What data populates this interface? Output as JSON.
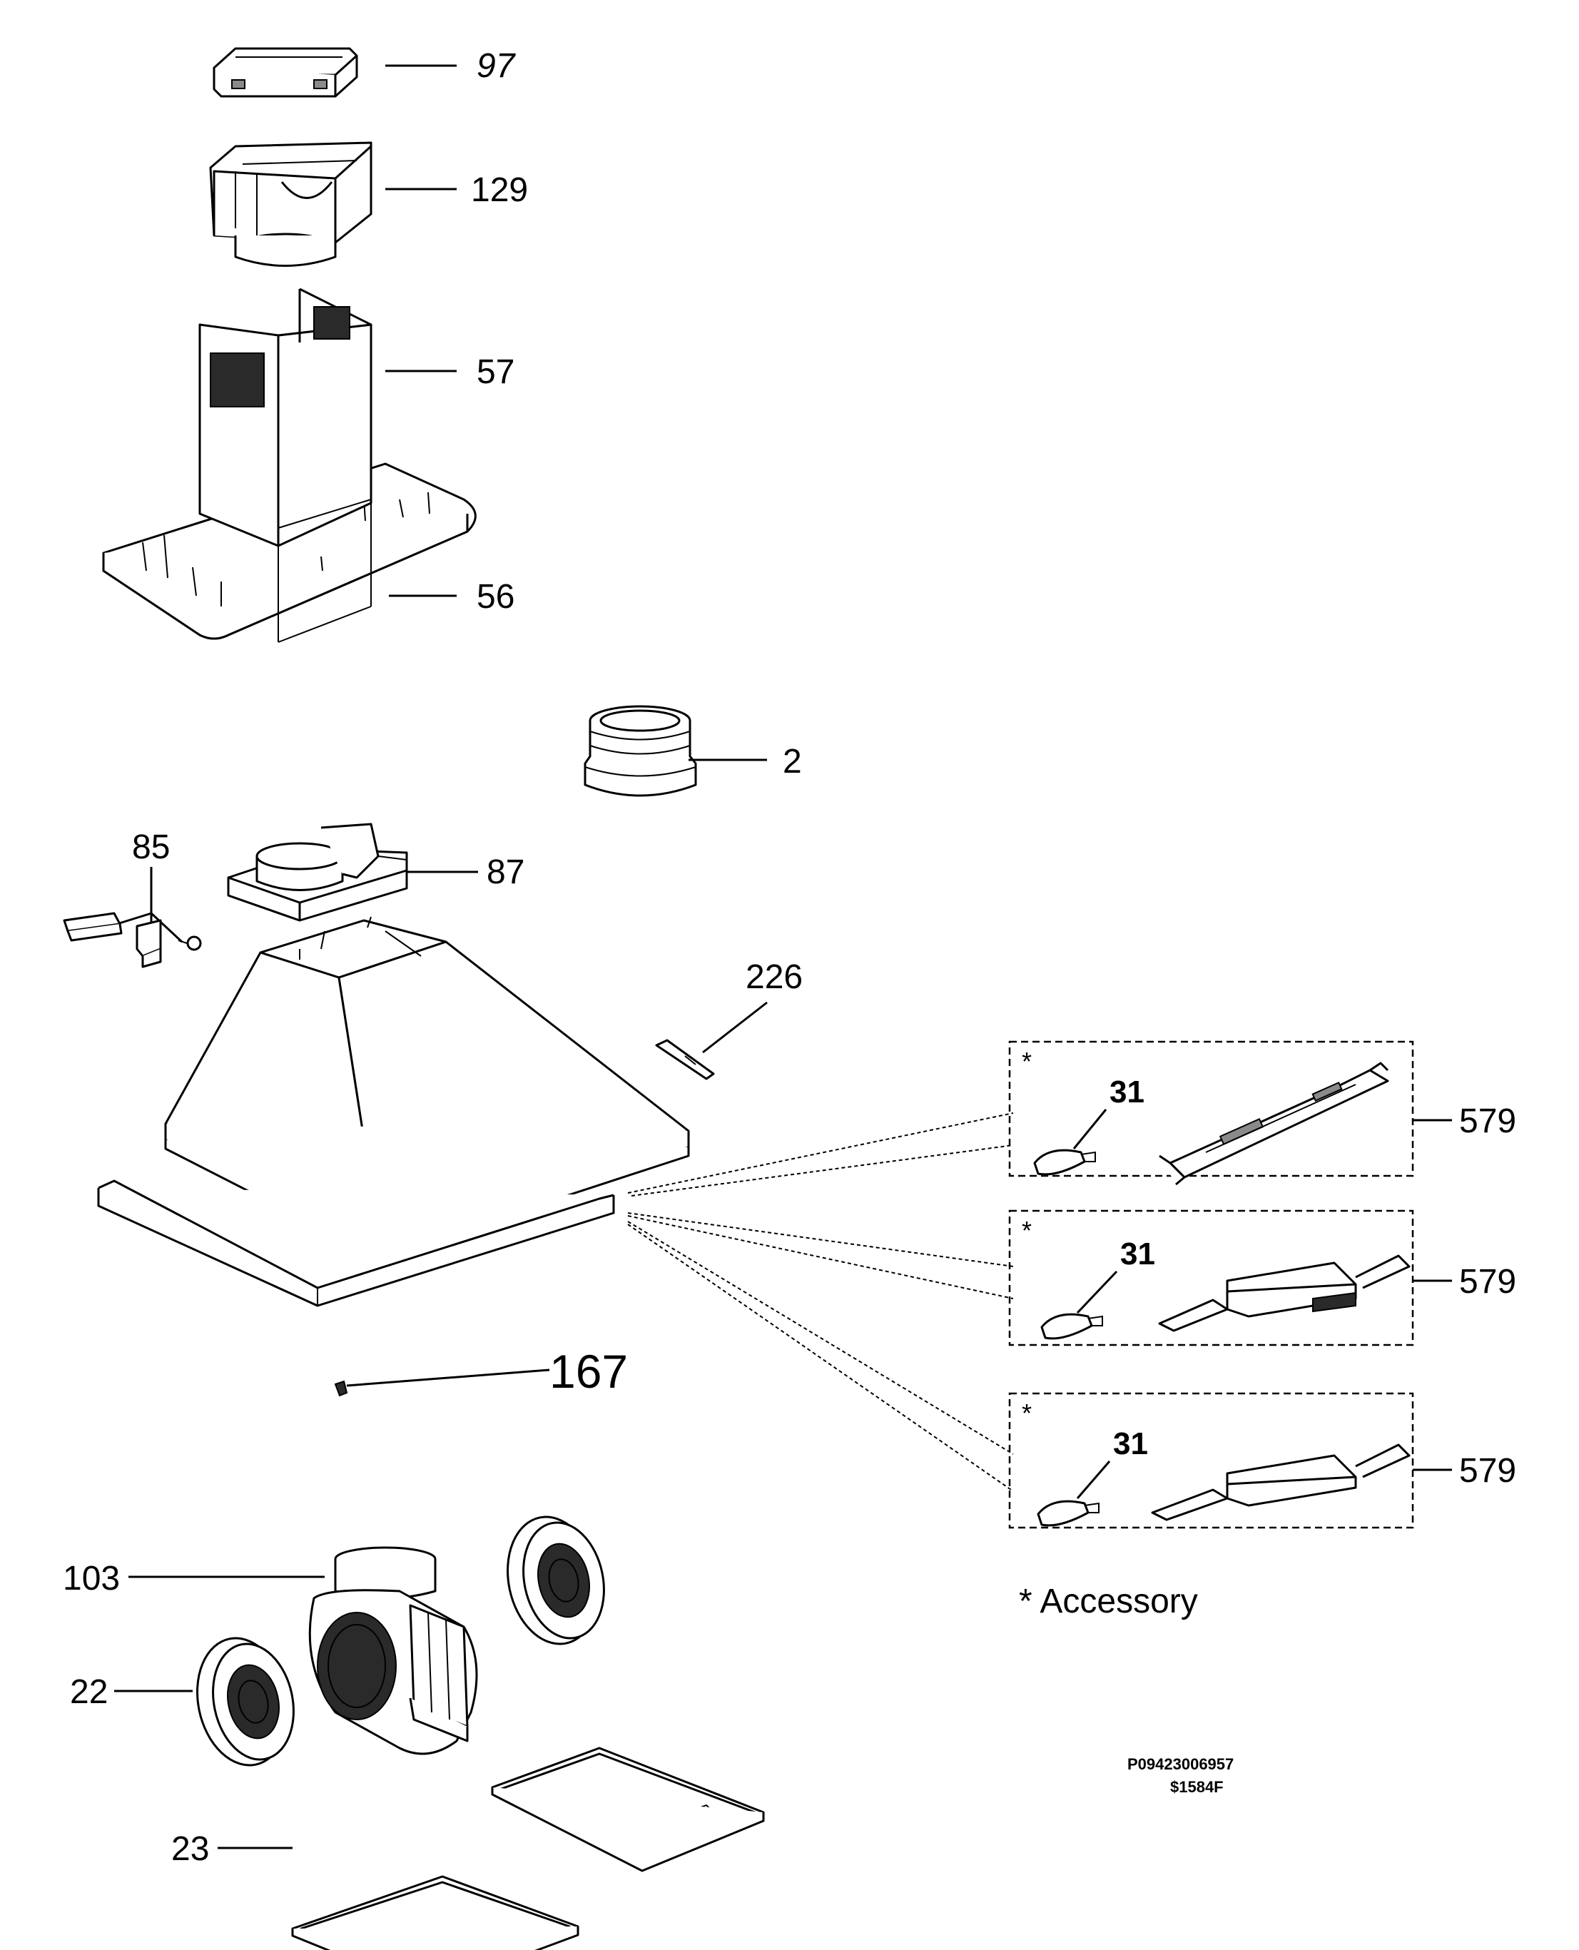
{
  "labels": {
    "p97": "97",
    "p129": "129",
    "p57": "57",
    "p56": "56",
    "p2": "2",
    "p85": "85",
    "p87": "87",
    "p226": "226",
    "p167": "167",
    "p103": "103",
    "p22": "22",
    "p23": "23",
    "p31_a": "31",
    "p31_b": "31",
    "p31_c": "31",
    "p579_a": "579",
    "p579_b": "579",
    "p579_c": "579"
  },
  "accessory_marks": [
    "*",
    "*",
    "*"
  ],
  "legend": {
    "accessory_note": "* Accessory"
  },
  "codes": {
    "diagram_code": "P09423006957",
    "revision_code": "$1584F"
  },
  "icons": [
    "wall-bracket",
    "duct-adapter",
    "chimney-cover",
    "glass-canopy",
    "duct-ring",
    "clamp-assembly",
    "motor-housing",
    "hood-body",
    "light-bulb",
    "lamp-holder",
    "blower-motor",
    "carbon-filter",
    "grease-filter"
  ]
}
